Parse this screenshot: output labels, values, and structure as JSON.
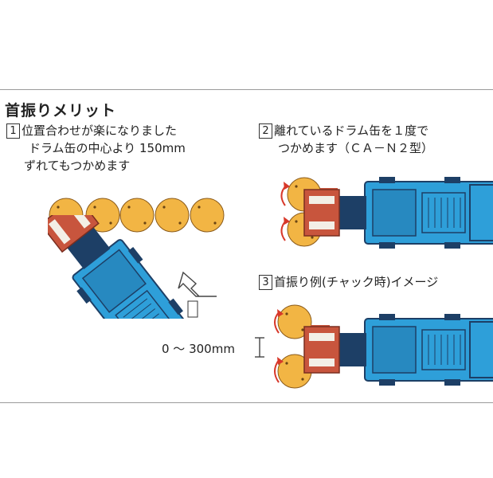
{
  "title": "首振りメリット",
  "caption1": {
    "num": "1",
    "line1": "位置合わせが楽になりました",
    "line2": "ドラム缶の中心より 150mm",
    "line3": "ずれてもつかめます"
  },
  "caption2": {
    "num": "2",
    "line1": "離れているドラム缶を１度で",
    "line2": "つかめます（ＣＡ－Ｎ２型）"
  },
  "caption3": {
    "num": "3",
    "label": "首振り例(チャック時)イメージ"
  },
  "range_label": "0 ～ 300mm",
  "colors": {
    "drum": "#f2b544",
    "truck_blue": "#2e9fd9",
    "truck_dark": "#1d3f66",
    "clamp": "#c8553d",
    "arrow_red": "#d8382a"
  }
}
